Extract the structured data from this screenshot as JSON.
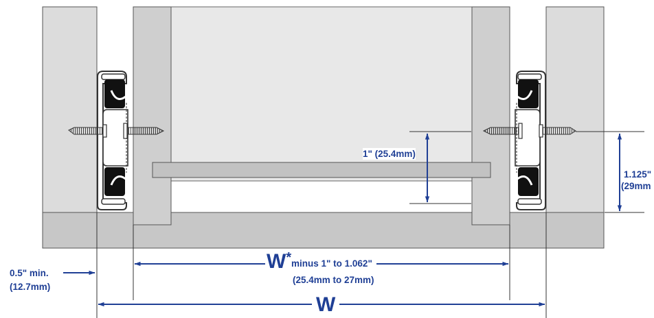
{
  "labels": {
    "offset_1_in": "1\" (25.4mm)",
    "offset_1125_in": "1.125\"",
    "offset_1125_mm": "(29mm",
    "w_star_symbol": "W",
    "w_star_asterisk": "*",
    "w_star_rule_in": "minus 1\" to 1.062\"",
    "w_star_rule_mm": "(25.4mm to 27mm)",
    "min_gap_in": "0.5\" min.",
    "min_gap_mm": "(12.7mm)",
    "w_symbol": "W"
  },
  "colors": {
    "cabinet": "#dcdcdc",
    "drawer_side": "#cfcfcf",
    "drawer_box": "#e8e8e8",
    "bottom_panel": "#c7c7c7",
    "outline": "#4a4a4a",
    "dimension_blue": "#1f3f95",
    "slide_black": "#111111"
  }
}
